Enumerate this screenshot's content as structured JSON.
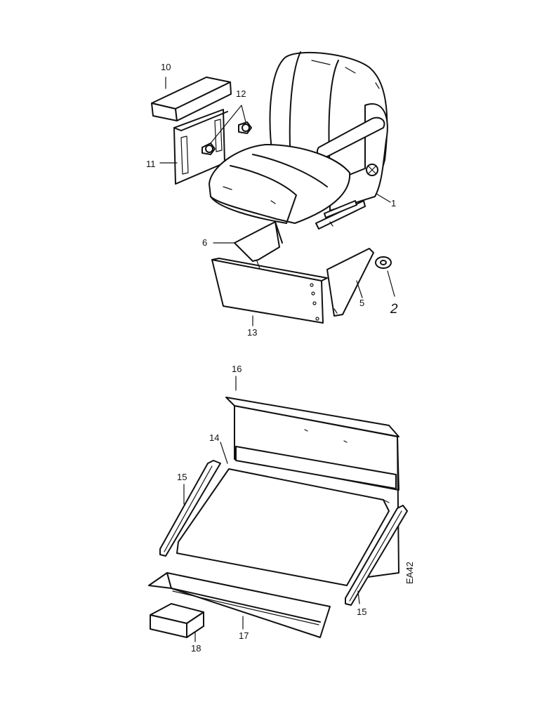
{
  "parts": {
    "p1": "1",
    "p2": "2",
    "p5": "5",
    "p6": "6",
    "p10": "10",
    "p11": "11",
    "p12": "12",
    "p13": "13",
    "p14": "14",
    "p15a": "15",
    "p15b": "15",
    "p16": "16",
    "p17": "17",
    "p18": "18"
  },
  "drawing_code": "EA42"
}
